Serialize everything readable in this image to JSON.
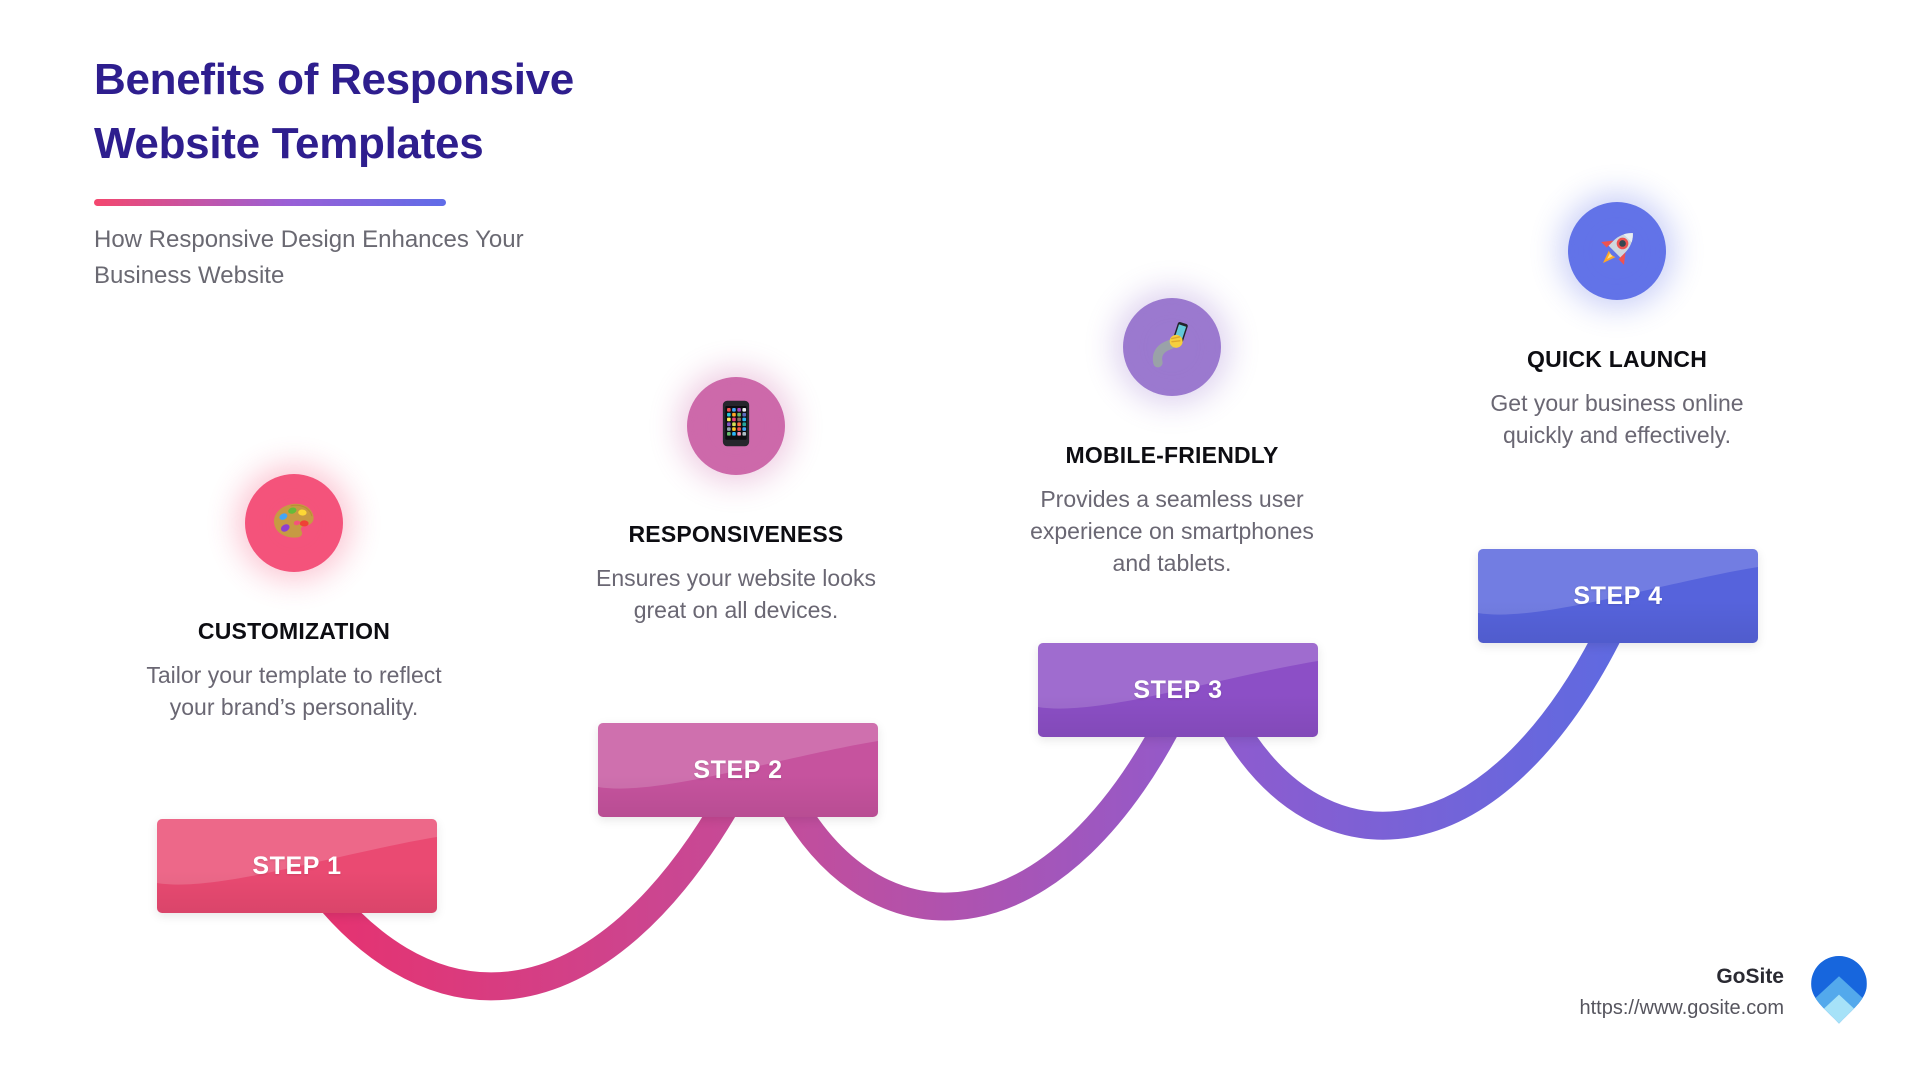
{
  "header": {
    "title_line1": "Benefits of Responsive",
    "title_line2": "Website Templates",
    "subtitle": "How Responsive Design Enhances Your\nBusiness Website",
    "title_color": "#2e1e8e",
    "underline_gradient": [
      "#f4476e",
      "#5f6ce8"
    ]
  },
  "steps": [
    {
      "label": "STEP 1",
      "heading": "CUSTOMIZATION",
      "description": "Tailor your template to reflect\nyour brand’s personality.",
      "icon": "palette-icon",
      "circle_color": "#f4537b",
      "box_color": "#ea4a72"
    },
    {
      "label": "STEP 2",
      "heading": "RESPONSIVENESS",
      "description": "Ensures your website looks\ngreat on all devices.",
      "icon": "mobile-phone-icon",
      "circle_color": "#cd69aa",
      "box_color": "#c6539e"
    },
    {
      "label": "STEP 3",
      "heading": "MOBILE-FRIENDLY",
      "description": "Provides a seamless user\nexperience on smartphones\nand tablets.",
      "icon": "selfie-hand-icon",
      "circle_color": "#9b79cf",
      "box_color": "#8c4fc6"
    },
    {
      "label": "STEP 4",
      "heading": "QUICK LAUNCH",
      "description": "Get your business online\nquickly and effectively.",
      "icon": "rocket-icon",
      "circle_color": "#6273e8",
      "box_color": "#5663dc"
    }
  ],
  "connector_gradient": [
    "#e7316e",
    "#c04e9e",
    "#8f5bce",
    "#5b6be2"
  ],
  "footer": {
    "brand": "GoSite",
    "url": "https://www.gosite.com",
    "logo": "gosite-pin-icon",
    "logo_colors": [
      "#1766dd",
      "#53a9ec",
      "#a6e2f8"
    ]
  }
}
